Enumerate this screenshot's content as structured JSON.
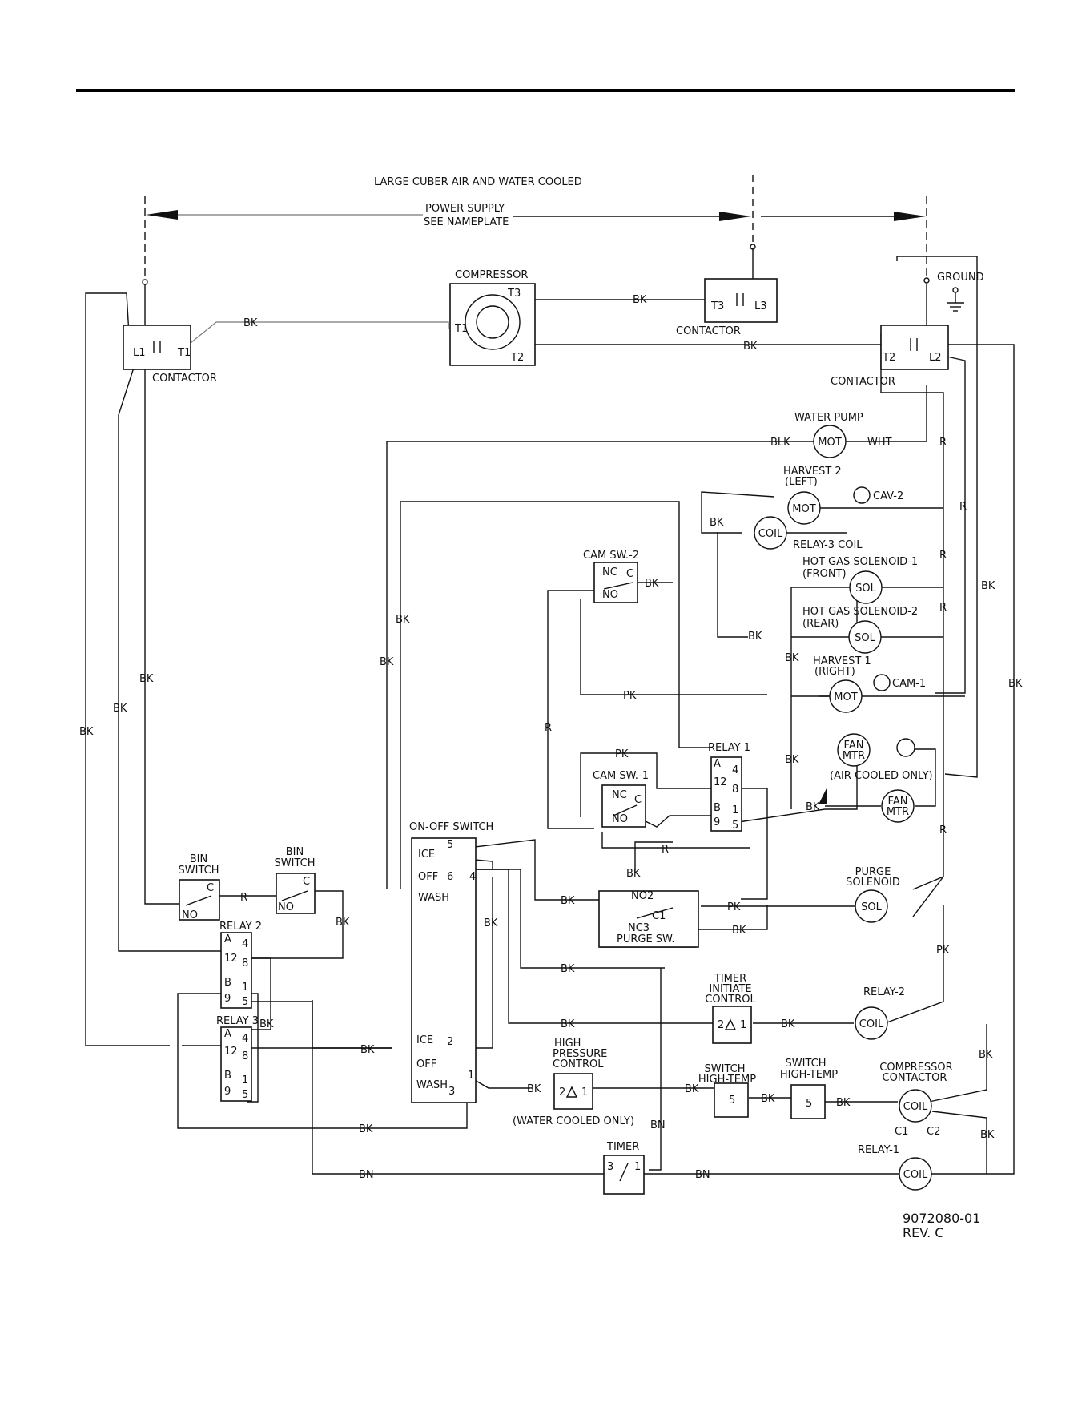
{
  "title": "LARGE CUBER AIR AND WATER COOLED",
  "power_supply": [
    "POWER SUPPLY",
    "SEE NAMEPLATE"
  ],
  "components": {
    "compressor": {
      "label": "COMPRESSOR",
      "t1": "T1",
      "t2": "T2",
      "t3": "T3"
    },
    "contactor_left": {
      "label": "CONTACTOR",
      "l": "L1",
      "t": "T1"
    },
    "contactor_mid": {
      "label": "CONTACTOR",
      "t": "T3",
      "l": "L3"
    },
    "contactor_right": {
      "label": "CONTACTOR",
      "t": "T2",
      "l": "L2"
    },
    "ground": "GROUND",
    "water_pump": {
      "label": "WATER PUMP",
      "mot": "MOT"
    },
    "harvest2": {
      "label": "HARVEST 2",
      "sub": "(LEFT)",
      "mot": "MOT",
      "cam": "CAV-2"
    },
    "relay3_coil": {
      "coil": "COIL",
      "label": "RELAY-3 COIL"
    },
    "hot_gas1": {
      "label": "HOT GAS SOLENOID-1",
      "sub": "(FRONT)",
      "sol": "SOL"
    },
    "hot_gas2": {
      "label": "HOT GAS SOLENOID-2",
      "sub": "(REAR)",
      "sol": "SOL"
    },
    "harvest1": {
      "label": "HARVEST 1",
      "sub": "(RIGHT)",
      "mot": "MOT",
      "cam": "CAM-1"
    },
    "cam_sw2": {
      "label": "CAM SW.-2",
      "nc": "NC",
      "c": "C",
      "no": "NO"
    },
    "cam_sw1": {
      "label": "CAM SW.-1",
      "nc": "NC",
      "c": "C",
      "no": "NO"
    },
    "relay1": {
      "label": "RELAY 1",
      "pins": [
        "A",
        "12",
        "4",
        "8",
        "B",
        "9",
        "1",
        "5"
      ]
    },
    "fan": {
      "fan_mtr": [
        "FAN",
        "MTR"
      ],
      "air_only": "(AIR COOLED ONLY)"
    },
    "on_off_switch": {
      "label": "ON-OFF SWITCH",
      "ice": "ICE",
      "off": "OFF",
      "wash": "WASH",
      "n5": "5",
      "n6": "6",
      "n4": "4",
      "n2": "2",
      "n1": "1",
      "n3": "3"
    },
    "purge_sw": {
      "label": "PURGE SW.",
      "no2": "NO2",
      "c1": "C1",
      "nc3": "NC3"
    },
    "purge_solenoid": {
      "label": [
        "PURGE",
        "SOLENOID"
      ],
      "sol": "SOL"
    },
    "bin_switch_a": {
      "label": [
        "BIN",
        "SWITCH"
      ],
      "c": "C",
      "no": "NO"
    },
    "bin_switch_b": {
      "label": [
        "BIN",
        "SWITCH"
      ],
      "c": "C",
      "no": "NO"
    },
    "relay2": {
      "label": "RELAY 2",
      "pins": [
        "A",
        "12",
        "4",
        "8",
        "B",
        "9",
        "1",
        "5"
      ]
    },
    "relay3": {
      "label": "RELAY 3",
      "pins": [
        "A",
        "12",
        "4",
        "8",
        "B",
        "9",
        "1",
        "5"
      ]
    },
    "timer_initiate": {
      "label": [
        "TIMER",
        "INITIATE",
        "CONTROL"
      ],
      "n2": "2",
      "n1": "1"
    },
    "relay2_coil": {
      "label": "RELAY-2",
      "coil": "COIL"
    },
    "high_pressure": {
      "label": [
        "HIGH",
        "PRESSURE",
        "CONTROL"
      ],
      "n2": "2",
      "n1": "1",
      "note": "(WATER COOLED ONLY)"
    },
    "switch_high_temp_a": {
      "label": [
        "SWITCH",
        "HIGH-TEMP"
      ],
      "n": "5"
    },
    "switch_high_temp_b": {
      "label": [
        "SWITCH",
        "HIGH-TEMP"
      ],
      "n": "5"
    },
    "compressor_contactor": {
      "label": [
        "COMPRESSOR",
        "CONTACTOR"
      ],
      "coil": "COIL",
      "c1": "C1",
      "c2": "C2"
    },
    "timer": {
      "label": "TIMER",
      "n3": "3",
      "n1": "1"
    },
    "relay1_coil": {
      "label": "RELAY-1",
      "coil": "COIL"
    }
  },
  "wire_colors": {
    "bk": "BK",
    "blk": "BLK",
    "wht": "WHT",
    "r": "R",
    "pk": "PK",
    "bn": "BN"
  },
  "drawing_number": "9072080-01",
  "revision": "REV. C"
}
